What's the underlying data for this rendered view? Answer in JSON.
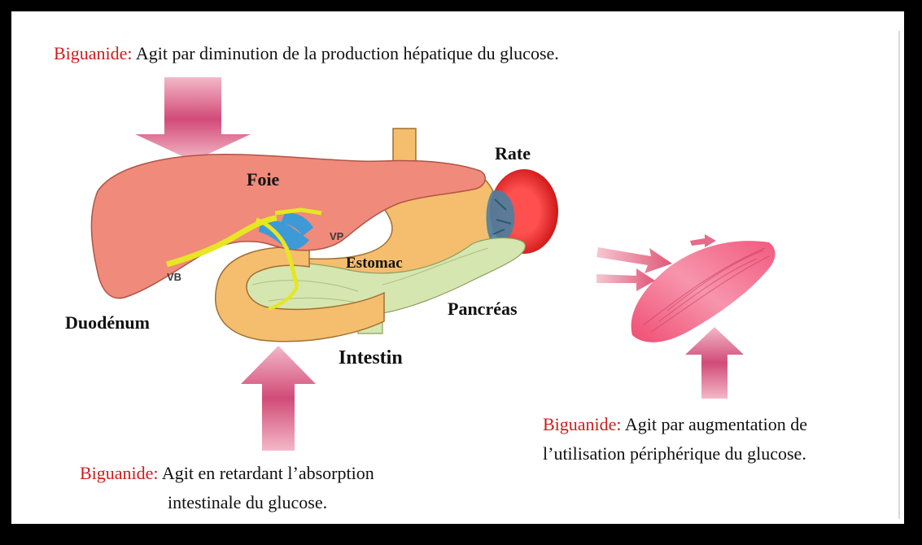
{
  "captions": {
    "top": {
      "drug": "Biguanide:",
      "text": " Agit par diminution de la production hépatique du glucose."
    },
    "right": {
      "drug": "Biguanide:",
      "line1": " Agit par augmentation de",
      "line2": "l’utilisation périphérique du glucose."
    },
    "bottom": {
      "drug": "Biguanide:",
      "line1": " Agit en retardant l’absorption",
      "line2": "intestinale du glucose."
    }
  },
  "labels": {
    "foie": "Foie",
    "rate": "Rate",
    "estomac": "Estomac",
    "pancreas": "Pancréas",
    "duodenum": "Duodénum",
    "intestin": "Intestin",
    "vp": "VP",
    "vb": "VB"
  },
  "colors": {
    "drug_text": "#d11b1b",
    "liver": "#f08a7a",
    "stomach": "#f5bd6e",
    "pancreas": "#d6e6b0",
    "spleen": "#e01818",
    "arrow": "#d4587e",
    "muscle": "#f06a8a"
  }
}
